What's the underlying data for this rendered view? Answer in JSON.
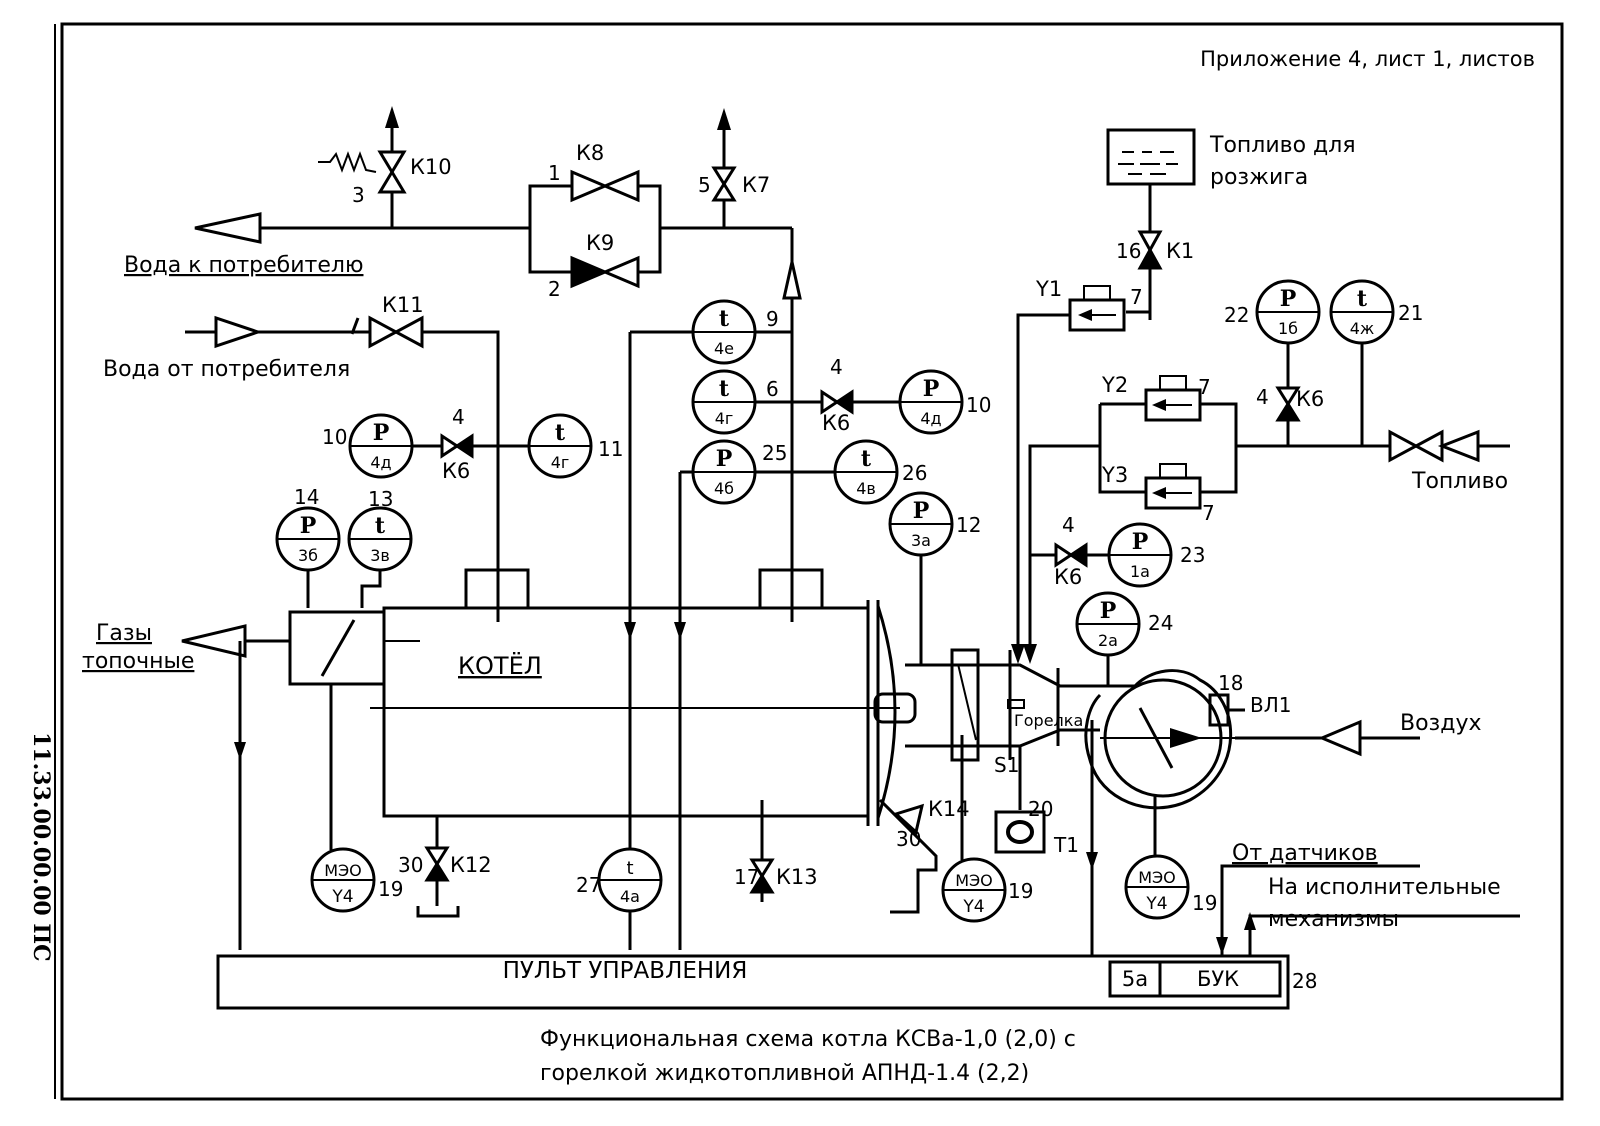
{
  "sheet": {
    "stamp": "Приложение 4, лист 1, листов",
    "side_code": "11.33.00.00.00 ПС",
    "caption_line1": "Функциональная схема котла КСВа-1,0 (2,0) с",
    "caption_line2": "горелкой жидкотопливной АПНД-1.4 (2,2)"
  },
  "labels": {
    "water_to_consumer": "Вода к потребителю",
    "water_from_consumer": "Вода от потребителя",
    "flue_gas_1": "Газы",
    "flue_gas_2": "топочные",
    "boiler": "КОТЁЛ",
    "ignition_fuel_1": "Топливо для",
    "ignition_fuel_2": "розжига",
    "fuel": "Топливо",
    "air": "Воздух",
    "burner": "Горелка",
    "control_panel": "ПУЛЬТ УПРАВЛЕНИЯ",
    "from_sensors": "От датчиков",
    "to_actuators_1": "На исполнительные",
    "to_actuators_2": "механизмы",
    "buk": "БУК",
    "buk_pos": "5а",
    "fan": "ВЛ1",
    "s1": "S1",
    "t1": "Т1"
  },
  "valves": {
    "k1": "К1",
    "k6": "К6",
    "k7": "К7",
    "k8": "К8",
    "k9": "К9",
    "k10": "К10",
    "k11": "К11",
    "k12": "К12",
    "k13": "К13",
    "k14": "К14"
  },
  "solenoids": {
    "y1": "Y1",
    "y2": "Y2",
    "y3": "Y3"
  },
  "positions": {
    "p1": "1",
    "p2": "2",
    "p3": "3",
    "p4": "4",
    "p5": "5",
    "p6": "6",
    "p7": "7",
    "p9": "9",
    "p10": "10",
    "p11": "11",
    "p12": "12",
    "p13": "13",
    "p14": "14",
    "p16": "16",
    "p17": "17",
    "p18": "18",
    "p19": "19",
    "p20": "20",
    "p21": "21",
    "p22": "22",
    "p23": "23",
    "p24": "24",
    "p25": "25",
    "p26": "26",
    "p27": "27",
    "p28": "28",
    "p30": "30"
  },
  "instruments": {
    "t_4e": {
      "top": "t",
      "bottom": "4е"
    },
    "t_4g": {
      "top": "t",
      "bottom": "4г"
    },
    "p_4d_a": {
      "top": "P",
      "bottom": "4д"
    },
    "p_4b": {
      "top": "P",
      "bottom": "4б"
    },
    "t_4v": {
      "top": "t",
      "bottom": "4в"
    },
    "p_4d_b": {
      "top": "P",
      "bottom": "4д"
    },
    "t_4g_b": {
      "top": "t",
      "bottom": "4г"
    },
    "p_3b": {
      "top": "P",
      "bottom": "3б"
    },
    "t_3v": {
      "top": "t",
      "bottom": "3в"
    },
    "p_3a": {
      "top": "P",
      "bottom": "3а"
    },
    "p_1b": {
      "top": "P",
      "bottom": "1б"
    },
    "t_4zh": {
      "top": "t",
      "bottom": "4ж"
    },
    "p_1a": {
      "top": "P",
      "bottom": "1а"
    },
    "p_2a": {
      "top": "P",
      "bottom": "2а"
    },
    "t_4a": {
      "top": "t",
      "bottom": "4а"
    },
    "meo_1": {
      "top": "МЭО",
      "bottom": "Y4"
    },
    "meo_2": {
      "top": "МЭО",
      "bottom": "Y4"
    },
    "meo_3": {
      "top": "МЭО",
      "bottom": "Y4"
    }
  }
}
